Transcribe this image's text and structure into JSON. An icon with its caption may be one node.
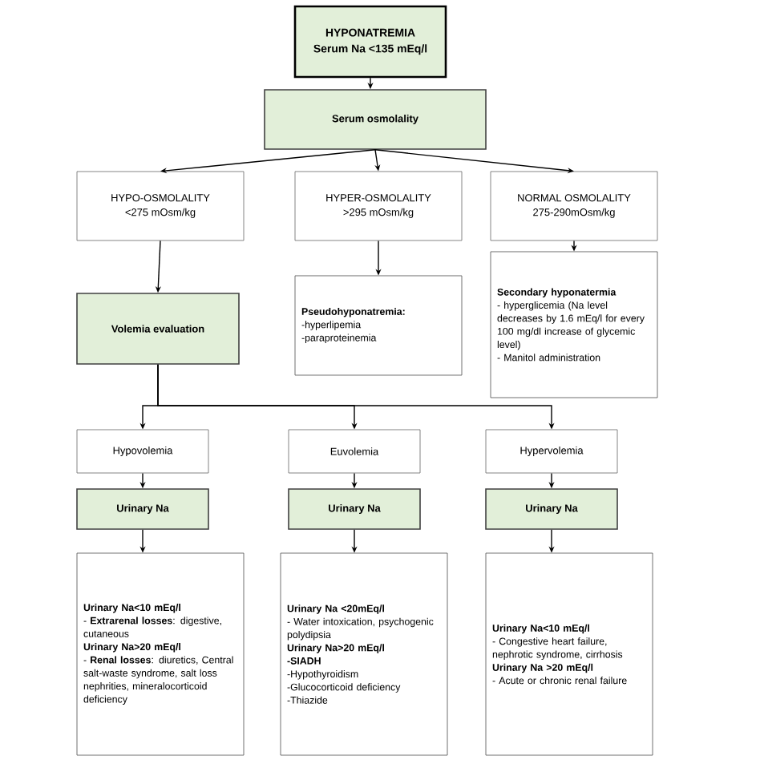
{
  "diagram": {
    "nodes": [
      {
        "text": [
          "HYPONATREMIA",
          "Serum Na <135 mEq/l"
        ]
      },
      {
        "text": [
          "Serum osmolality"
        ]
      },
      {
        "text": [
          "HYPO-OSMOLALITY",
          "<275 mOsm/kg"
        ]
      },
      {
        "text": [
          "HYPER-OSMOLALITY",
          ">295 mOsm/kg"
        ]
      },
      {
        "text": [
          "NORMAL OSMOLALITY",
          "275-290mOsm/kg"
        ]
      },
      {
        "text": [
          "Volemia evaluation"
        ]
      },
      {
        "text": [
          "Pseudohyponatremia:",
          "-hyperlipemia",
          "-paraproteinemia"
        ]
      },
      {
        "text": [
          "Secondary hyponatermia",
          "- hyperglicemia (Na level decreases by 1.6 mEq/l for every 100 mg/dl increase of glycemic level)",
          "- Manitol administration"
        ]
      },
      {
        "text": [
          "Hypovolemia"
        ]
      },
      {
        "text": [
          "Euvolemia"
        ]
      },
      {
        "text": [
          "Hypervolemia"
        ]
      },
      {
        "text": [
          "Urinary Na"
        ]
      },
      {
        "text": [
          "Urinary Na"
        ]
      },
      {
        "text": [
          "Urinary Na"
        ]
      },
      {
        "text": [
          "Urinary Na<10 mEq/l",
          "- **Extrarenal losses**: digestive, cutaneous",
          "Urinary Na>20 mEq/l",
          "- **Renal losses**: diuretics, Central salt-waste syndrome, salt loss nephrities, mineralocorticoid deficiency"
        ]
      },
      {
        "text": [
          "Urinary Na <20mEq/l",
          "- Water intoxication, psychogenic polydipsia",
          "Urinary Na>20 mEq/l",
          "-SIADH",
          "-Hypothyroidism",
          "-Glucocorticoid deficiency",
          "-Thiazide"
        ]
      },
      {
        "text": [
          "Urinary Na<10 mEq/l",
          "- Congestive heart failure, nephrotic syndrome, cirrhosis",
          "Urinary Na >20 mEq/l",
          "- Acute or chronic renal failure"
        ]
      }
    ],
    "edges": [
      {
        "from": 0,
        "to": 1,
        "arrow": "to"
      },
      {
        "from": 1,
        "to": 2,
        "arrow": "to"
      },
      {
        "from": 1,
        "to": 3,
        "arrow": "to"
      },
      {
        "from": 1,
        "to": 4,
        "arrow": "to"
      },
      {
        "from": 2,
        "to": 5,
        "arrow": "to"
      },
      {
        "from": 3,
        "to": 6,
        "arrow": "to"
      },
      {
        "from": 4,
        "to": 7,
        "arrow": "to"
      },
      {
        "from": 5,
        "to": 8,
        "arrow": "to"
      },
      {
        "from": 5,
        "to": 9,
        "arrow": "to"
      },
      {
        "from": 5,
        "to": 10,
        "arrow": "to"
      },
      {
        "from": 8,
        "to": 11,
        "arrow": "to"
      },
      {
        "from": 9,
        "to": 12,
        "arrow": "to"
      },
      {
        "from": 10,
        "to": 13,
        "arrow": "to"
      },
      {
        "from": 11,
        "to": 14,
        "arrow": "to"
      },
      {
        "from": 12,
        "to": 15,
        "arrow": "to"
      },
      {
        "from": 13,
        "to": 16,
        "arrow": "to"
      }
    ]
  }
}
